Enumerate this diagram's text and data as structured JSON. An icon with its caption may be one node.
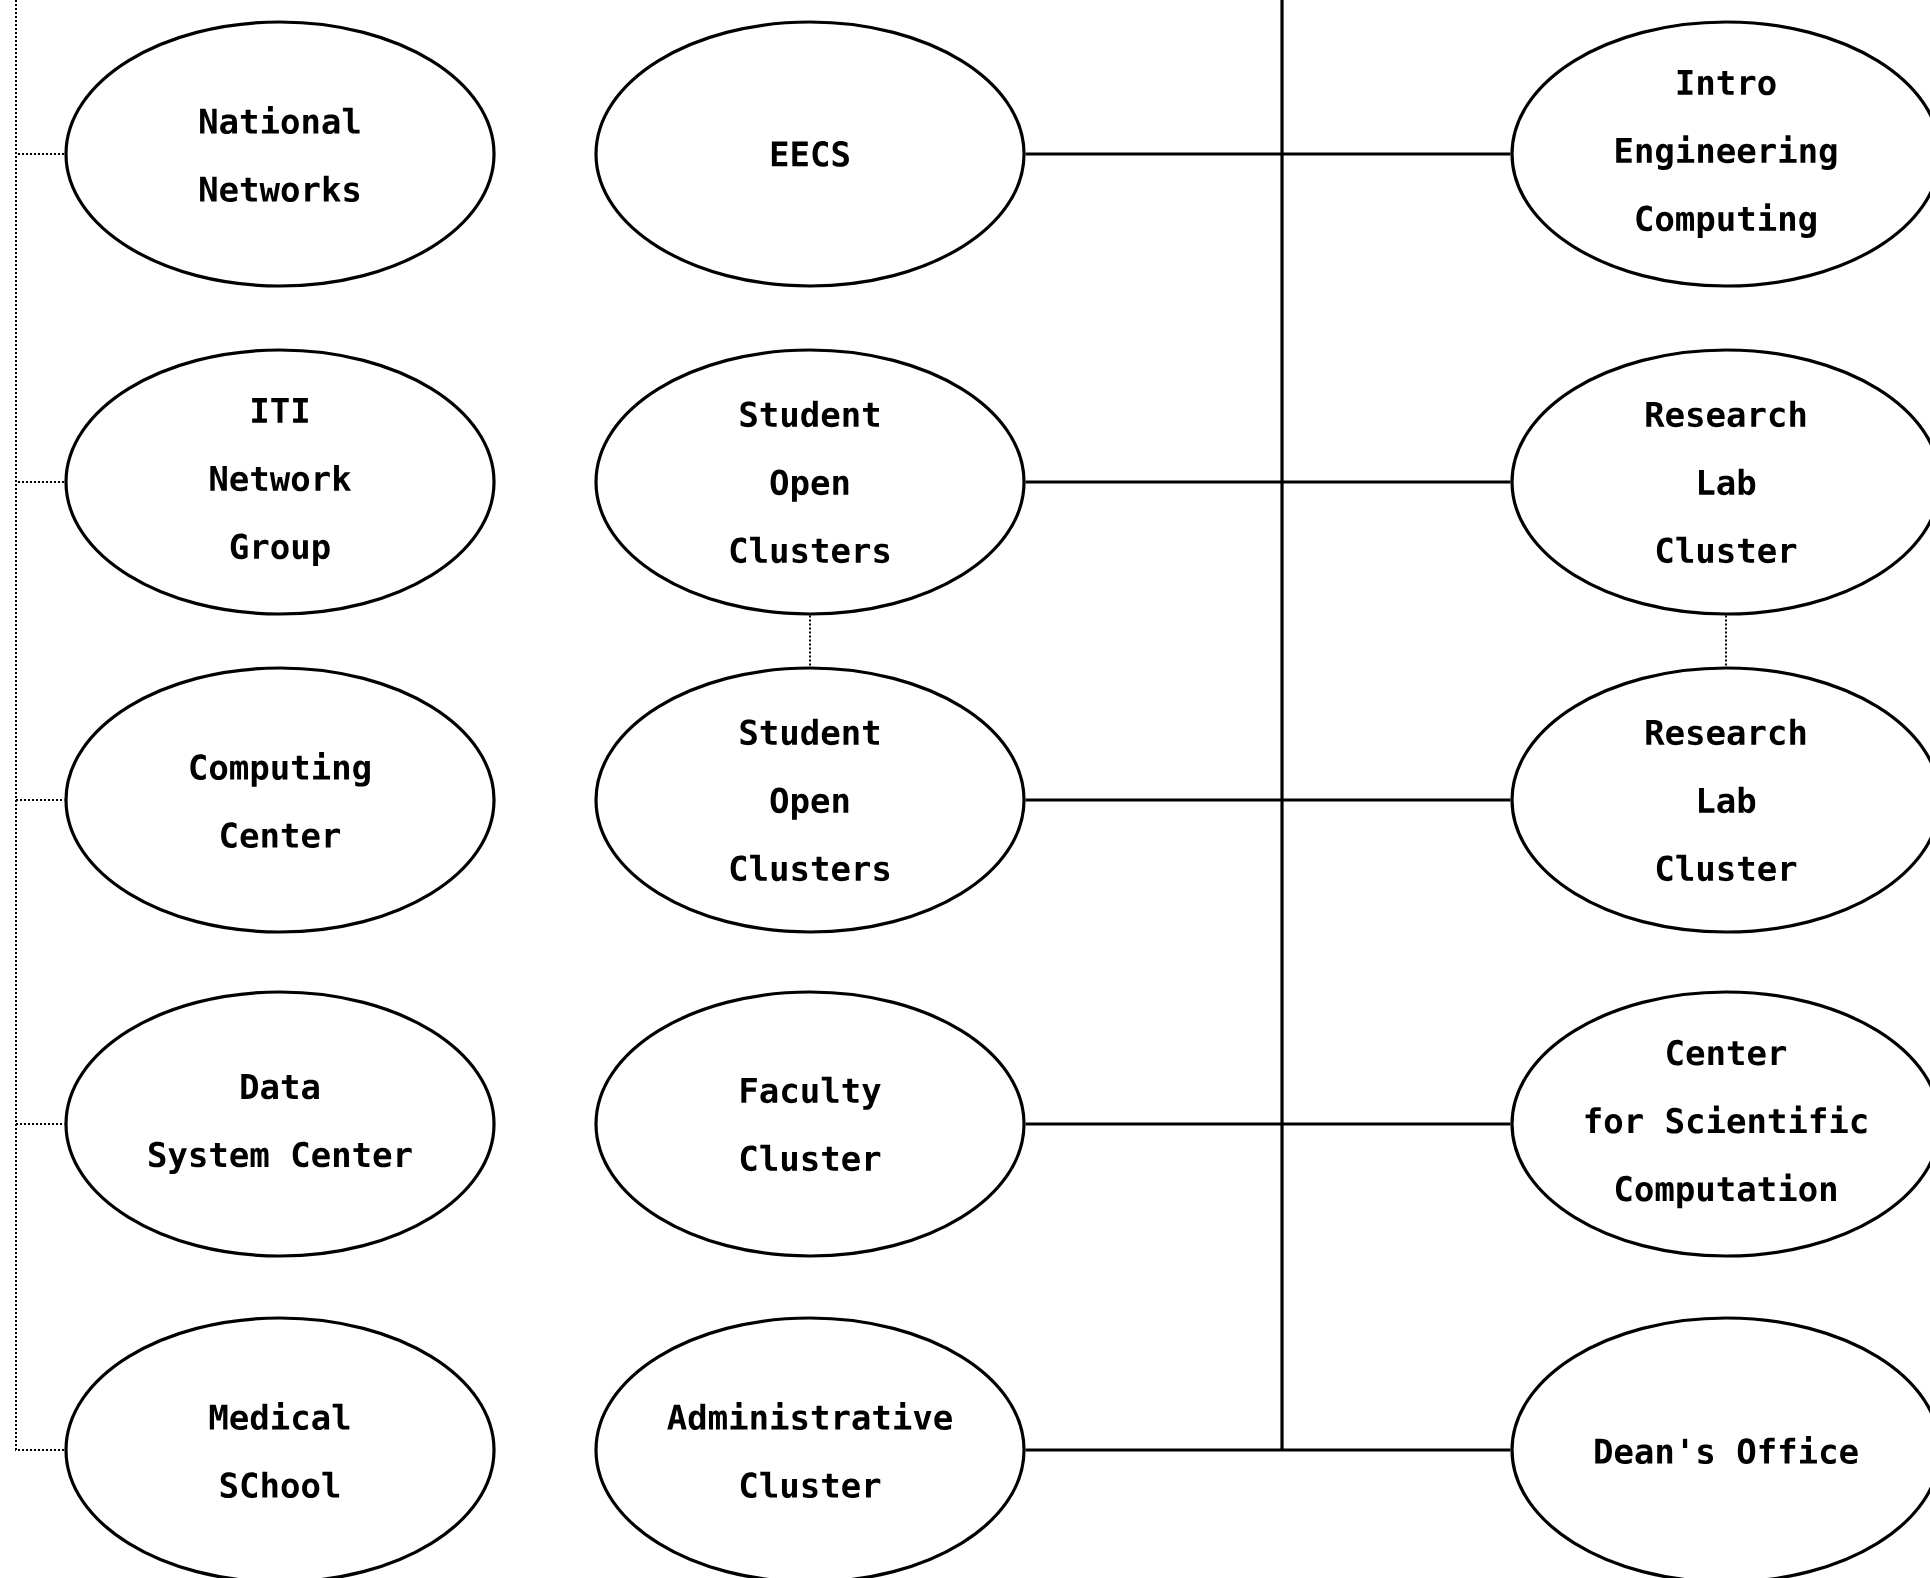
{
  "diagram": {
    "nodes": [
      {
        "text": [
          "National Networks"
        ]
      },
      {
        "text": [
          "ITI Network Group"
        ]
      },
      {
        "text": [
          "Computing Center"
        ]
      },
      {
        "text": [
          "Data System Center"
        ]
      },
      {
        "text": [
          "Medical SChool"
        ]
      },
      {
        "text": [
          "EECS"
        ]
      },
      {
        "text": [
          "Student Open Clusters"
        ]
      },
      {
        "text": [
          "Student Open Clusters"
        ]
      },
      {
        "text": [
          "Faculty Cluster"
        ]
      },
      {
        "text": [
          "Administrative Cluster"
        ]
      },
      {
        "text": [
          "Intro Engineering Computing"
        ]
      },
      {
        "text": [
          "Research Lab Cluster"
        ]
      },
      {
        "text": [
          "Research Lab Cluster"
        ]
      },
      {
        "text": [
          "Center for Scientific Computation"
        ]
      },
      {
        "text": [
          "Dean's Office"
        ]
      }
    ],
    "edges": [
      {
        "from": null,
        "to": 0,
        "arrow": "none",
        "style": "dashed"
      },
      {
        "from": null,
        "to": 1,
        "arrow": "none",
        "style": "dashed"
      },
      {
        "from": null,
        "to": 2,
        "arrow": "none",
        "style": "dashed"
      },
      {
        "from": null,
        "to": 3,
        "arrow": "none",
        "style": "dashed"
      },
      {
        "from": null,
        "to": 4,
        "arrow": "none",
        "style": "dashed"
      },
      {
        "from": 5,
        "to": 10,
        "arrow": "none"
      },
      {
        "from": 6,
        "to": 11,
        "arrow": "none"
      },
      {
        "from": 7,
        "to": 12,
        "arrow": "none"
      },
      {
        "from": 8,
        "to": 13,
        "arrow": "none"
      },
      {
        "from": 9,
        "to": 14,
        "arrow": "none"
      },
      {
        "from": 6,
        "to": 7,
        "arrow": "none",
        "style": "dashed"
      },
      {
        "from": 11,
        "to": 12,
        "arrow": "none",
        "style": "dashed"
      }
    ]
  }
}
